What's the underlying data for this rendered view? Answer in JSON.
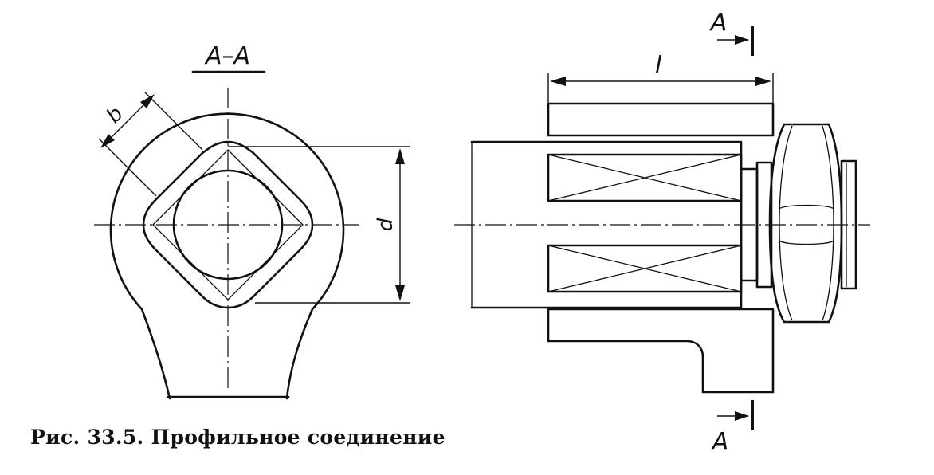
{
  "section_title": "A–A",
  "caption": "Рис. 33.5. Профильное соединение",
  "labels": {
    "width": "b",
    "diameter": "d",
    "length": "l",
    "section_top": "A",
    "section_bottom": "A"
  }
}
